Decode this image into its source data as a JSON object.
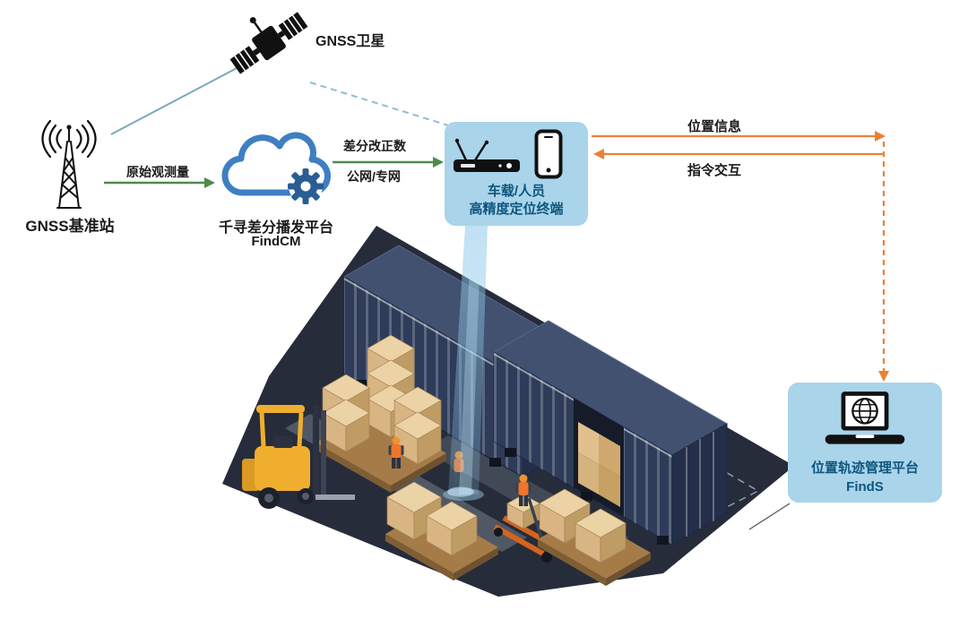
{
  "nodes": {
    "satellite": {
      "label": "GNSS卫星"
    },
    "base_station": {
      "label": "GNSS基准站"
    },
    "cloud_platform": {
      "title": "千寻差分播发平台",
      "subtitle": "FindCM"
    },
    "terminal": {
      "line1": "车载/人员",
      "line2": "高精度定位终端"
    },
    "management_platform": {
      "title": "位置轨迹管理平台",
      "subtitle": "FindS"
    }
  },
  "connections": {
    "raw_observation": {
      "label": "原始观测量",
      "from": "base_station",
      "to": "cloud_platform"
    },
    "correction": {
      "label_top": "差分改正数",
      "label_bottom": "公网/专网",
      "from": "cloud_platform",
      "to": "terminal"
    },
    "position_info": {
      "label": "位置信息",
      "from": "terminal",
      "to": "management_platform"
    },
    "command_interaction": {
      "label": "指令交互",
      "from": "management_platform",
      "to": "terminal"
    }
  },
  "icons": {
    "satellite": "satellite-icon",
    "base_station": "radio-tower-icon",
    "cloud_platform": "cloud-gear-icon",
    "terminal": [
      "receiver-icon",
      "smartphone-icon"
    ],
    "management_platform": "laptop-globe-icon",
    "scene": [
      "container",
      "pallet-boxes",
      "forklift",
      "worker",
      "pallet-jack",
      "positioning-beam"
    ]
  },
  "colors": {
    "arrow_green": "#4f8a4c",
    "arrow_orange": "#ed8033",
    "panel_blue": "#a9d4ea",
    "panel_text_blue": "#0e567f",
    "cloud_blue": "#3e7fc2",
    "gear_blue": "#2a5d93",
    "satellite_link_blue": "#7aa7bd",
    "floor_dark": "#262c3a",
    "container_blue": "#2e3c59",
    "box_tan": "#d8b583",
    "forklift_yellow": "#f0ae2e",
    "vest_orange": "#f0762a",
    "beam_blue": "#8ec9e9"
  }
}
